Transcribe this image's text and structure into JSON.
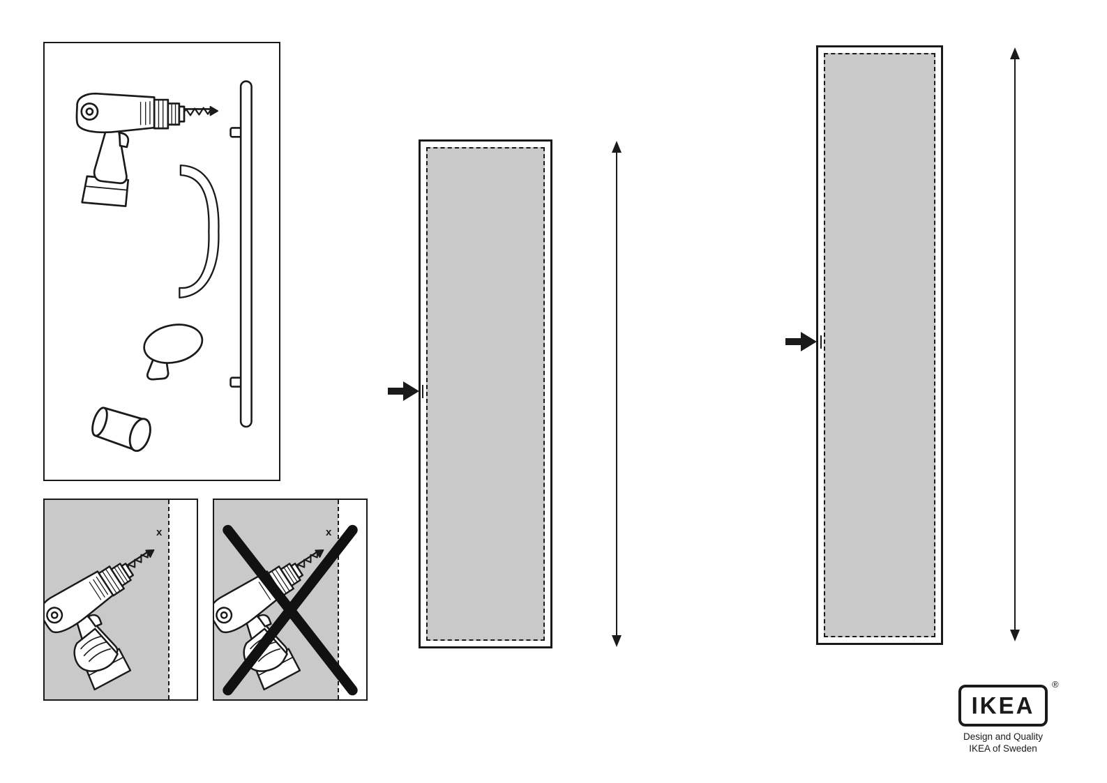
{
  "colors": {
    "ink": "#1a1a1a",
    "panel_gray": "#c9c9c9",
    "paper": "#ffffff"
  },
  "parts_box": {
    "items": [
      "cordless-drill",
      "d-handle",
      "bar-handle",
      "round-knob",
      "cylinder-knob"
    ]
  },
  "drill_panels": {
    "drill_point_mark": "x"
  },
  "doors": [
    {
      "id": "door-a"
    },
    {
      "id": "door-b"
    }
  ],
  "logo": {
    "brand": "IKEA",
    "registered_mark": "®",
    "tagline": [
      "Design and Quality",
      "IKEA of Sweden"
    ]
  }
}
